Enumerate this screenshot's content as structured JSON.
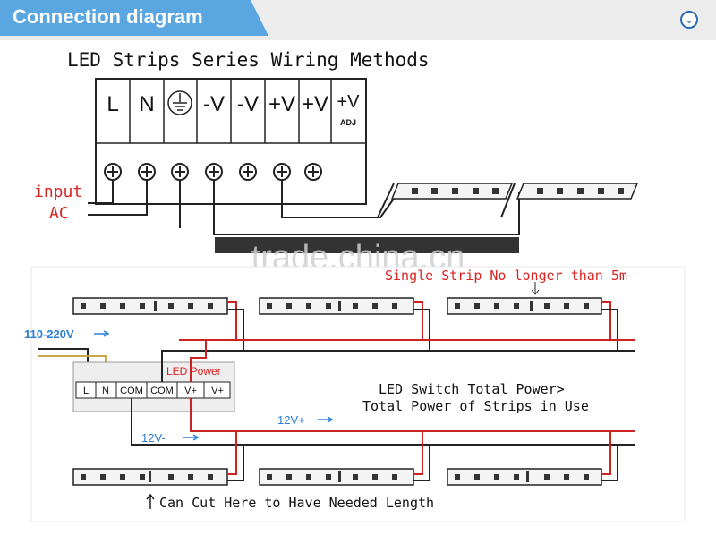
{
  "header": {
    "title": "Connection diagram",
    "toggle_icon": "chevron-down-icon"
  },
  "top_diagram": {
    "title": "LED Strips Series Wiring Methods",
    "terminals": [
      "L",
      "N",
      "",
      "-V",
      "-V",
      "+V",
      "+V",
      "+V"
    ],
    "adj_label": "ADJ",
    "input_label_line1": "input",
    "input_label_line2": "AC"
  },
  "watermark": "trade.china.cn",
  "bottom_diagram": {
    "single_strip_note": "Single Strip No longer than 5m",
    "supply_label": "110-220V",
    "led_power_label": "LED Power",
    "controller_terminals": [
      "L",
      "N",
      "COM",
      "COM",
      "V+",
      "V+"
    ],
    "switch_note_line1": "LED Switch Total Power>",
    "switch_note_line2": "Total Power of Strips in Use",
    "v_plus_label": "12V+",
    "v_minus_label": "12V-",
    "cut_note": "Can Cut Here to Have Needed Length"
  },
  "colors": {
    "accent": "#5aa6e0",
    "positive_wire": "#cc2222",
    "label_blue": "#2a7fd4",
    "label_red": "#dd2222"
  }
}
